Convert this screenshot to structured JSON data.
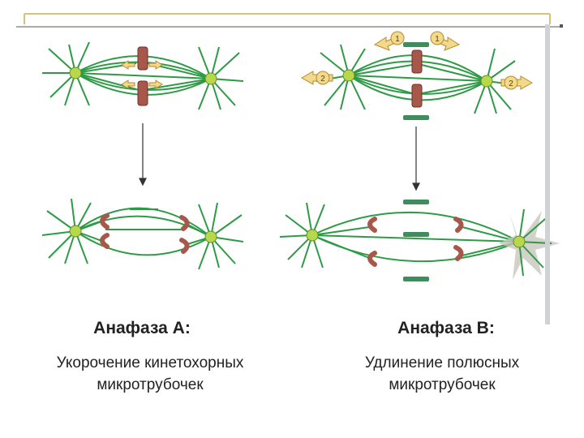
{
  "panel_left": {
    "title": "Анафаза A:",
    "description_line1": "Укорочение кинетохорных",
    "description_line2": "микротрубочек"
  },
  "panel_right": {
    "title": "Анафаза B:",
    "description_line1": "Удлинение полюсных",
    "description_line2": "микротрубочек"
  },
  "force_label_1": "1",
  "force_label_2": "2",
  "colors": {
    "frame_line": "#d7c27a",
    "microtubule": "#2e9a46",
    "centrosome": "#b7d84b",
    "chromosome": "#a8584a",
    "force_arrow": "#f3d98a",
    "overlap_band": "#3f8c5c"
  }
}
